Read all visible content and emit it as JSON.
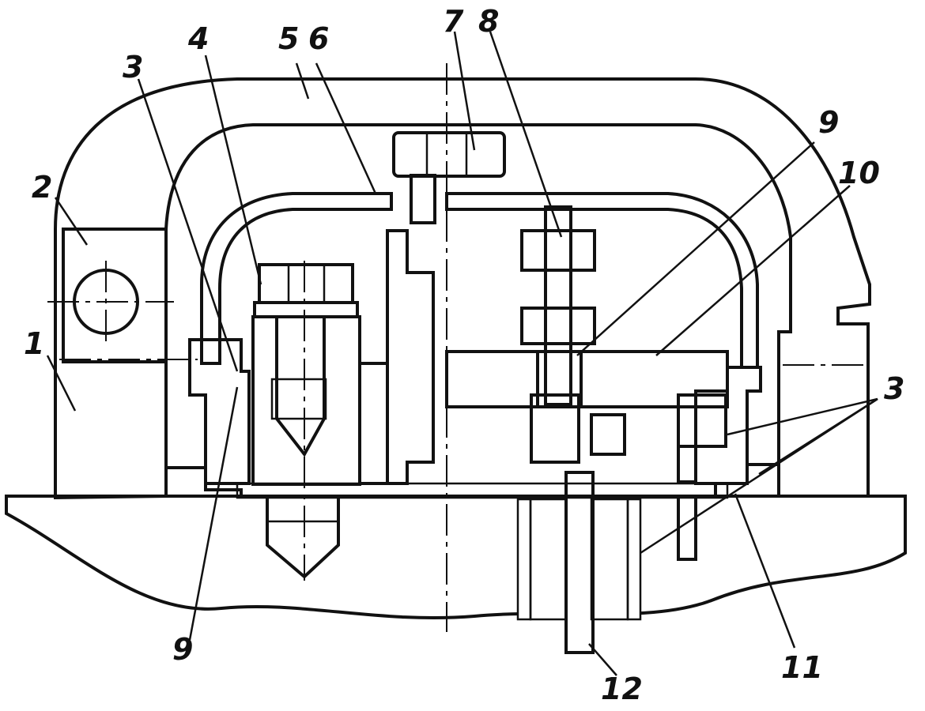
{
  "labels": {
    "l1": "1",
    "l2": "2",
    "l3a": "3",
    "l3b": "3",
    "l4": "4",
    "l5": "5",
    "l6": "6",
    "l7": "7",
    "l8": "8",
    "l9a": "9",
    "l9b": "9",
    "l10": "10",
    "l11": "11",
    "l12": "12"
  },
  "colors": {
    "ink": "#111111",
    "paper": "#ffffff"
  }
}
